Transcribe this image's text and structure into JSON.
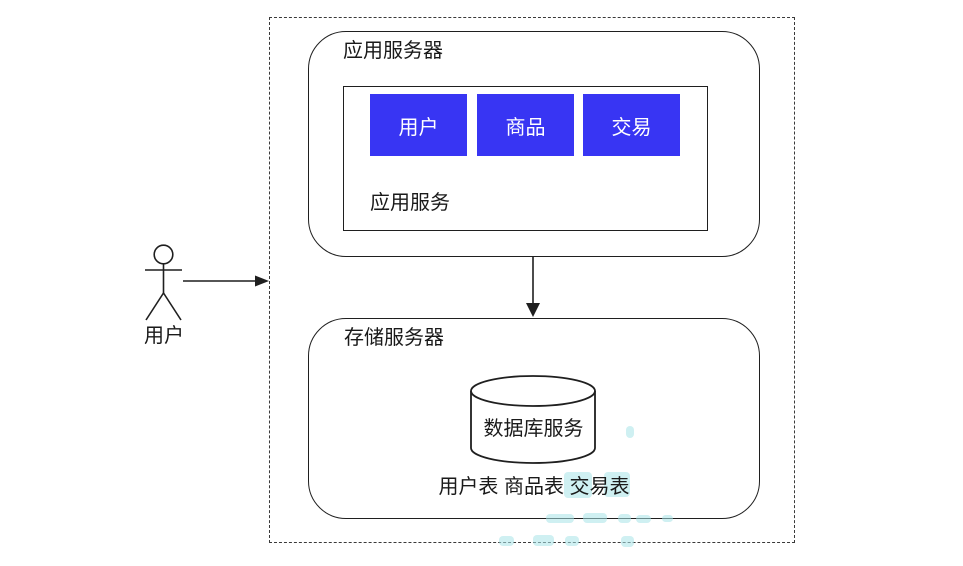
{
  "colors": {
    "module_fill": "#3835F3",
    "module_text": "#FFFFFF",
    "line": "#1F1F1F",
    "watermark": "#A8E4E8",
    "background": "#FFFFFF"
  },
  "actor": {
    "label": "用户"
  },
  "app_server": {
    "title": "应用服务器",
    "service_group": {
      "label": "应用服务",
      "modules": [
        {
          "label": "用户"
        },
        {
          "label": "商品"
        },
        {
          "label": "交易"
        }
      ]
    }
  },
  "storage_server": {
    "title": "存储服务器",
    "database": {
      "label": "数据库服务"
    },
    "tables_label": "用户表 商品表 交易表"
  }
}
